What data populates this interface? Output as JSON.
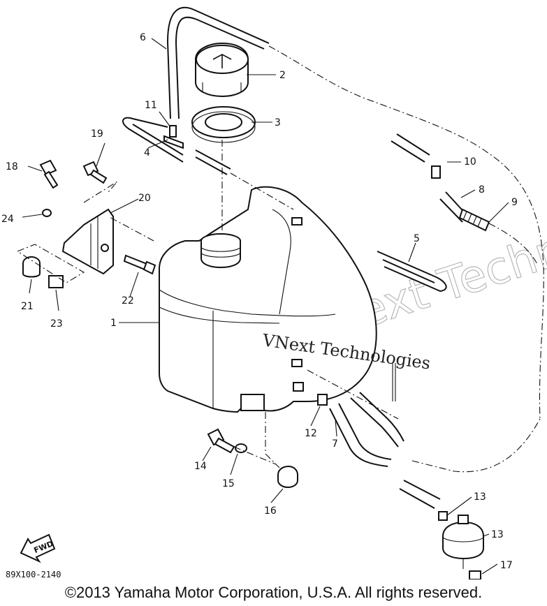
{
  "diagram": {
    "part_numbers": [
      "1",
      "2",
      "3",
      "4",
      "5",
      "6",
      "7",
      "8",
      "9",
      "10",
      "11",
      "12",
      "13",
      "13",
      "14",
      "15",
      "16",
      "17",
      "18",
      "19",
      "20",
      "21",
      "22",
      "23",
      "24"
    ],
    "drawing_code": "89X100-2140",
    "fwd_label": "FWD",
    "watermark_outline": "VNext Technologies",
    "watermark_text": "VNext Technologies"
  },
  "footer": {
    "copyright": "©2013 Yamaha Motor Corporation, U.S.A. All rights reserved."
  }
}
